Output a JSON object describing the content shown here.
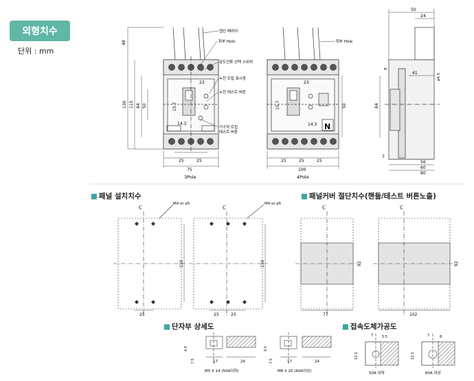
{
  "header": {
    "title": "외형치수",
    "unit": "단위 : mm"
  },
  "sections": {
    "panel_mount": "패널 설치치수",
    "panel_cover": "패널커버 절단치수(핸들/테스트 버튼노출)",
    "terminal": "단자부 상세도",
    "conductor": "접속도체가공도"
  },
  "callouts": {
    "lead_wire": "캡선 배리어",
    "mount_hole": "취부 Hole",
    "lead_select": "감도전류 선택 스위치",
    "trip_indicator": "누전 트립 표시창",
    "test_button": "누전 테스트 버튼",
    "mech_trip": "기구적 트립\n테스트 버튼",
    "mount_hole_4p": "취부 Hole",
    "m4": "M4 or ⌀5"
  },
  "view_labels": {
    "three_pole": "3Pole",
    "four_pole": "4Pole",
    "n_mark": "N"
  },
  "dims": {
    "d48": "48",
    "d130": "130",
    "d115": "115",
    "d84": "84",
    "d50": "50",
    "d15_7": "15.7",
    "d14_3": "14.3",
    "d23": "23",
    "d25": "25",
    "d75": "75",
    "d100": "100",
    "d24": "24",
    "d41": "41",
    "d8": "8",
    "d4_5": "⌀4.5",
    "d7": "7",
    "d56": "56",
    "d60": "60",
    "d80": "80",
    "d110": "110",
    "d92": "92",
    "d77": "77",
    "d102": "102",
    "d17": "17",
    "d7_5": "7.5",
    "d4_5b": "4.5",
    "d12_5": "12.5",
    "d5_5": "5.5",
    "d8b": "8"
  },
  "terminal_labels": {
    "m5": "M5 X 14 (50A이하)",
    "m8": "M8 X 20 (60A이상)",
    "a50": "50A 이하",
    "a60": "60A 이상"
  }
}
